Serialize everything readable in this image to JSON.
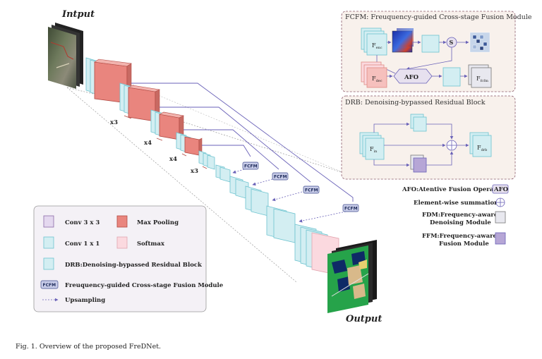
{
  "labels": {
    "input": "Intput",
    "output": "Output",
    "x3a": "x3",
    "x4a": "x4",
    "x4b": "x4",
    "x3b": "x3",
    "fcfm": "FCFM"
  },
  "fcfm_box": {
    "title": "FCFM: Freuquency-guided Cross-stage Fusion Module",
    "f_enc": "F",
    "f_enc_sub": "enc",
    "f_dec": "F",
    "f_dec_sub": "dec",
    "f_fcfm": "F",
    "f_fcfm_sub": "fcfm",
    "afo": "AFO",
    "s": "S"
  },
  "drb_box": {
    "title": "DRB: Denoising-bypassed Residual Block",
    "f_in": "F",
    "f_in_sub": "in",
    "f_drb": "F",
    "f_drb_sub": "drb"
  },
  "side_legend": {
    "afo_label": "AFO:Atentive Fusion Operator",
    "afo_badge": "AFO",
    "sum": "Element-wise summation",
    "fdm_1": "FDM:Frequency-aware",
    "fdm_2": "Denoising Module",
    "ffm_1": "FFM:Frequency-aware",
    "ffm_2": "Fusion Module"
  },
  "legend": {
    "conv3": "Conv 3 x 3",
    "maxpool": "Max Pooling",
    "conv1": "Conv 1 x 1",
    "softmax": "Softmax",
    "drb": "DRB:Denoising-bypassed Residual Block",
    "fcfm_badge": "FCFM",
    "fcfm": "Freuquency-guided Cross-stage Fusion Module",
    "upsampling": "Upsampling"
  },
  "caption": "Fig. 1.  Overview of the proposed FreDNet.",
  "colors": {
    "conv1": "#d3eef2",
    "conv1_stroke": "#6cc3cf",
    "conv3": "#e4d8ef",
    "conv3_stroke": "#8a6aa8",
    "pool": "#e9857e",
    "pool_stroke": "#b24a43",
    "softmax": "#fbd9df",
    "line": "#6a62b8",
    "box_bg": "#f8f1ec",
    "box_stroke": "#8a5a6a",
    "legend_bg": "#f4f1f6"
  }
}
